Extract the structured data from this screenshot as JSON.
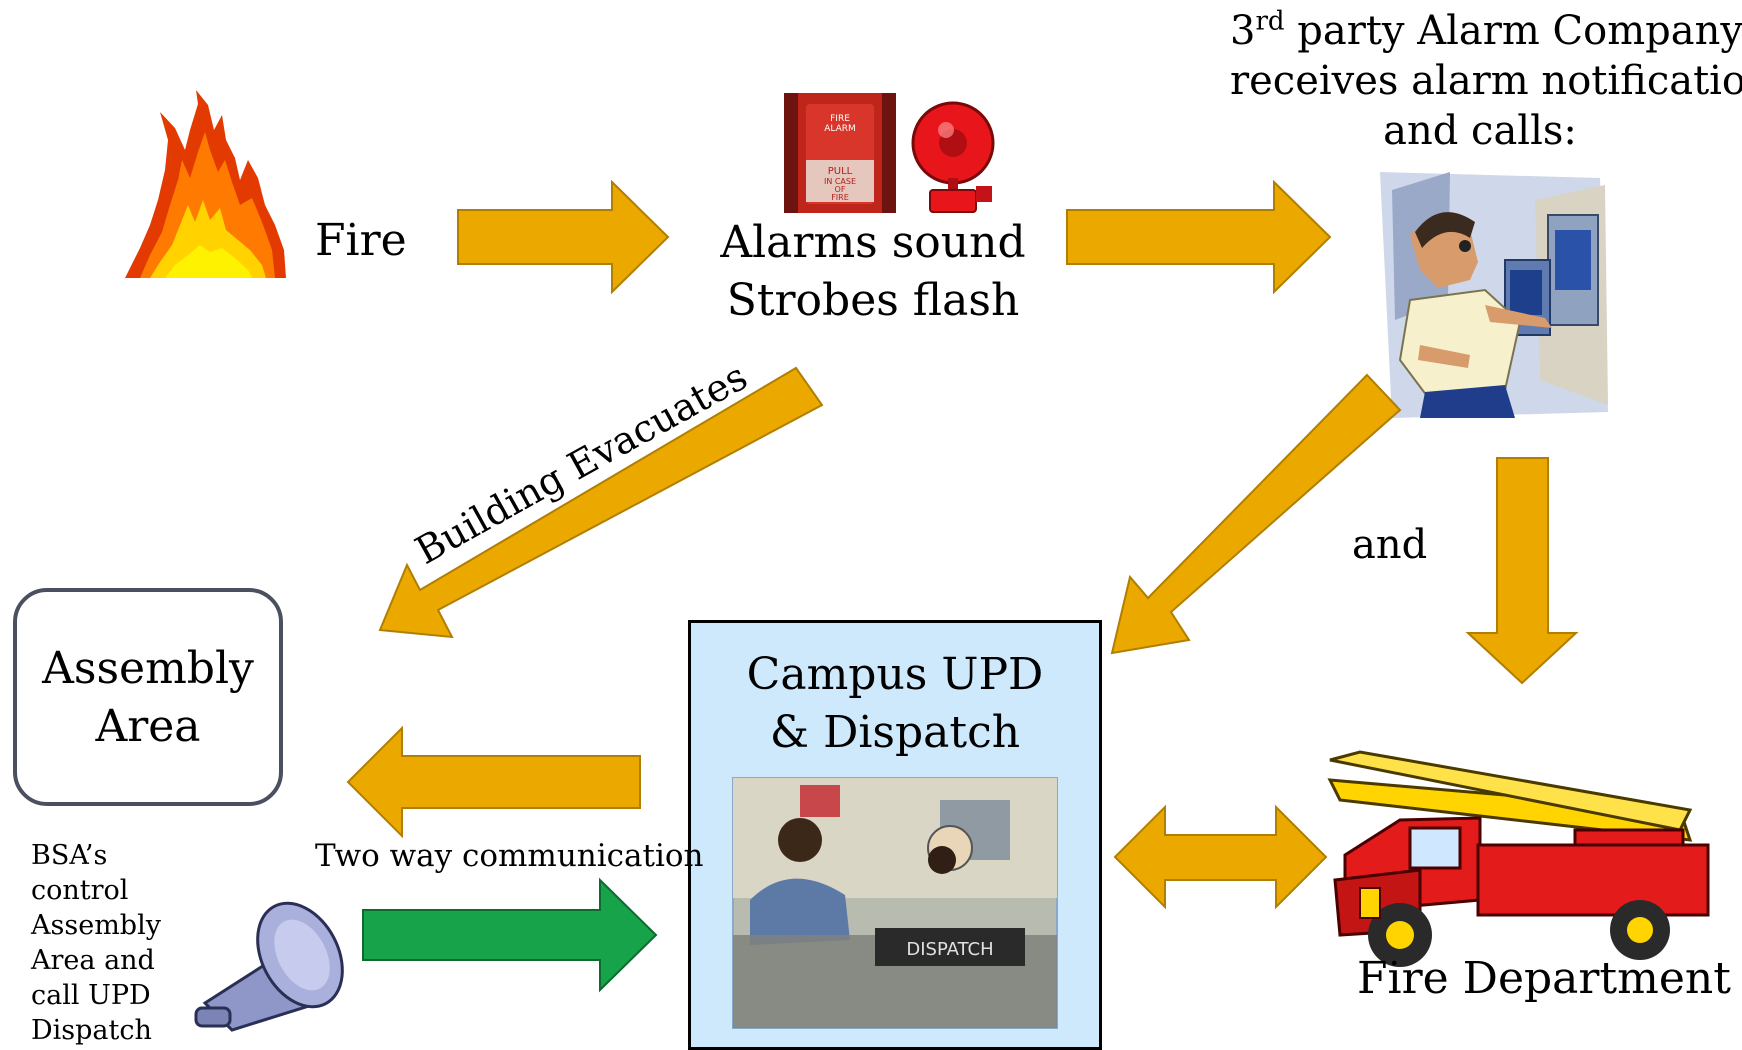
{
  "nodes": {
    "fire": {
      "label": "Fire"
    },
    "alarms": {
      "line1": "Alarms sound",
      "line2": "Strobes flash"
    },
    "alarm_company": {
      "ordinal": "3",
      "sup": "rd",
      "line1_rest": " party Alarm Company",
      "line2": "receives alarm notification",
      "line3": "and calls:"
    },
    "assembly": {
      "line1": "Assembly",
      "line2": "Area"
    },
    "upd": {
      "line1": "Campus UPD",
      "line2": "& Dispatch",
      "photo_sign": "DISPATCH"
    },
    "fire_department": {
      "label": "Fire Department"
    },
    "bsa": {
      "lines": [
        "BSA’s",
        "control",
        "Assembly",
        "Area and",
        "call UPD",
        "Dispatch"
      ]
    }
  },
  "edges": {
    "evacuate_label": "Building Evacuates",
    "and_label": "and",
    "two_way_label": "Two way communication"
  },
  "images": {
    "fire_alarm_box_text": [
      "FIRE",
      "ALARM",
      "PULL",
      "IN CASE",
      "OF",
      "FIRE"
    ]
  },
  "colors": {
    "arrow_fill": "#eba900",
    "arrow_stroke": "#b07e00",
    "green_arrow": "#16a34a",
    "upd_box": "#cde9fb",
    "assembly_border": "#4a5060"
  }
}
